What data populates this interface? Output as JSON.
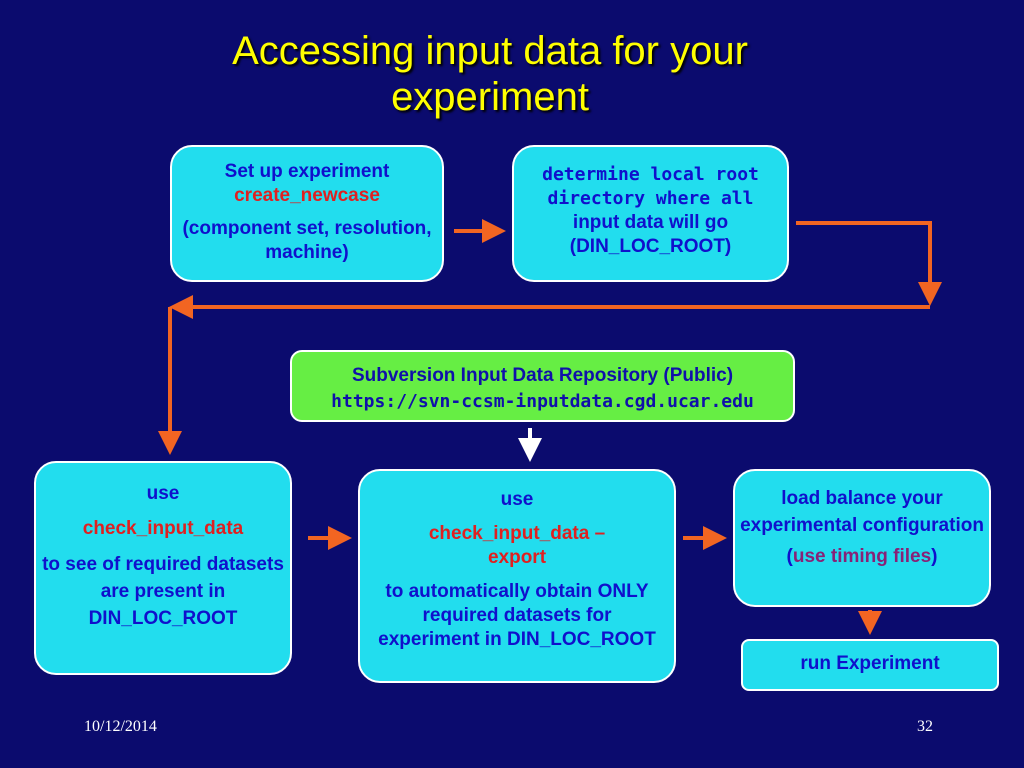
{
  "title": "Accessing input data for your experiment",
  "boxes": {
    "setup": {
      "line1": "Set up experiment",
      "command": "create_newcase",
      "note": "(component set, resolution, machine)"
    },
    "root": {
      "text": "determine local root directory where all",
      "line2": "input data will go (DIN_LOC_ROOT)"
    },
    "repo": {
      "line1": "Subversion Input Data Repository (Public)",
      "url": "https://svn-ccsm-inputdata.cgd.ucar.edu"
    },
    "check": {
      "use": "use",
      "command": "check_input_data",
      "desc": "to see of required datasets are present in DIN_LOC_ROOT"
    },
    "export": {
      "use": "use",
      "command": "check_input_data – export",
      "desc": "to automatically obtain ONLY required datasets for experiment in DIN_LOC_ROOT"
    },
    "load": {
      "text": "load balance your experimental configuration",
      "paren_open": "(",
      "timing": "use timing files",
      "paren_close": ")"
    },
    "run": {
      "text": "run Experiment"
    }
  },
  "footer": {
    "date": "10/12/2014",
    "page": "32"
  },
  "colors": {
    "background": "#0b0b6e",
    "title": "#ffff00",
    "box": "#22ddee",
    "repo_box": "#66ee44",
    "arrow": "#f26522",
    "command_text": "#e02020"
  }
}
